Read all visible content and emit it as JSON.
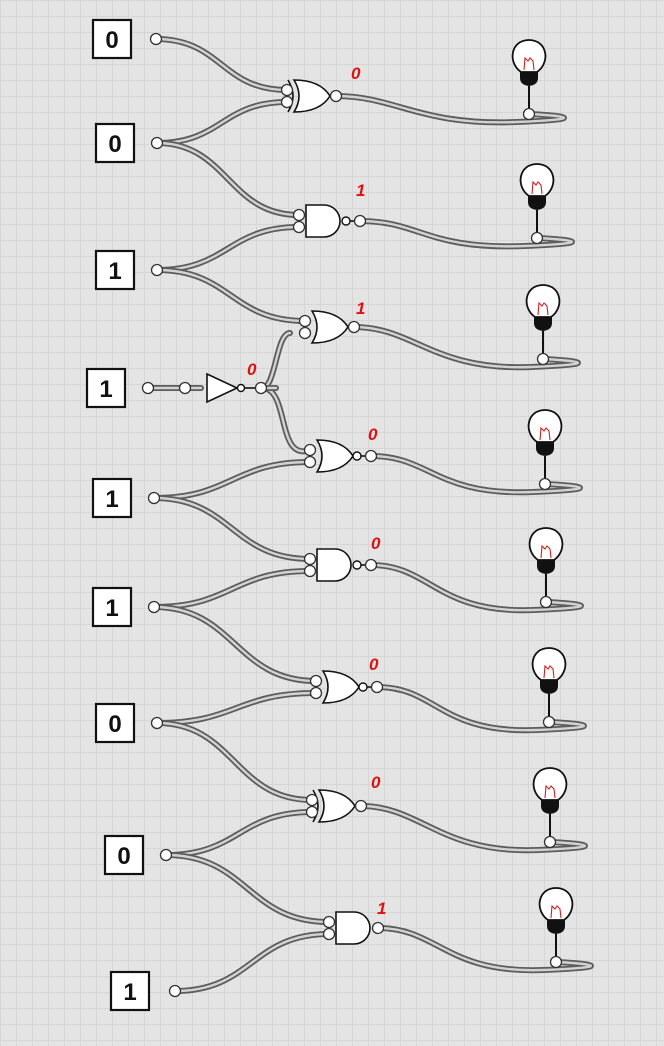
{
  "inputs": [
    "0",
    "0",
    "1",
    "1",
    "1",
    "1",
    "0",
    "0",
    "1"
  ],
  "annotations": [
    "0",
    "1",
    "1",
    "0",
    "0",
    "0",
    "0",
    "0",
    "1"
  ],
  "gate_types": [
    "xor",
    "nand",
    "or",
    "not",
    "nor",
    "nand",
    "nor",
    "xor",
    "and"
  ],
  "output_count": 8,
  "colors": {
    "background": "#e4e4e4",
    "grid": "#d6d6d6",
    "wire": "#5c5c5c",
    "annotation": "#e01010"
  }
}
